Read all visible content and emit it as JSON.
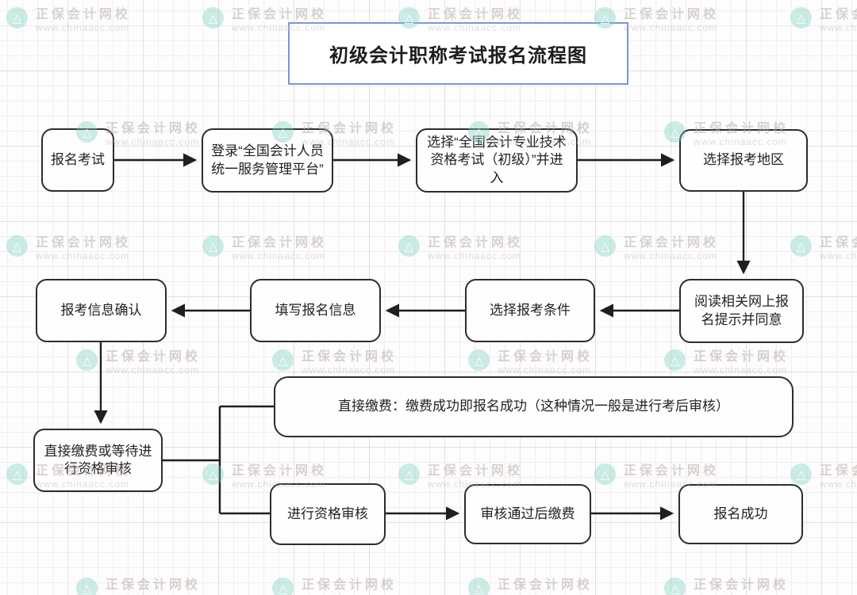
{
  "title": {
    "text": "初级会计职称考试报名流程图"
  },
  "watermark": {
    "brand": "正保会计网校",
    "site": "www.chinaacc.com",
    "logo": "triangle-brand-icon"
  },
  "colors": {
    "title_border": "#7b96d9",
    "node_border": "#2d2d2d",
    "connector": "#1f1f1f",
    "watermark_teal": "#79ccbd",
    "watermark_text": "#b6a5a0",
    "grid_minor": "#efefef",
    "grid_major": "#e0e0e0"
  },
  "flowchart": {
    "nodes": [
      {
        "id": "n1",
        "label": "报名考试"
      },
      {
        "id": "n2",
        "label": "登录“全国会计人员统一服务管理平台”"
      },
      {
        "id": "n3",
        "label": "选择“全国会计专业技术资格考试（初级）”并进入"
      },
      {
        "id": "n4",
        "label": "选择报考地区"
      },
      {
        "id": "n5",
        "label": "阅读相关网上报名提示并同意"
      },
      {
        "id": "n6",
        "label": "选择报考条件"
      },
      {
        "id": "n7",
        "label": "填写报名信息"
      },
      {
        "id": "n8",
        "label": "报考信息确认"
      },
      {
        "id": "n9",
        "label": "直接缴费或等待进行资格审核"
      },
      {
        "id": "n10",
        "label": "直接缴费：缴费成功即报名成功（这种情况一般是进行考后审核）"
      },
      {
        "id": "n11",
        "label": "进行资格审核"
      },
      {
        "id": "n12",
        "label": "审核通过后缴费"
      },
      {
        "id": "n13",
        "label": "报名成功"
      }
    ],
    "edges": [
      {
        "from": "n1",
        "to": "n2",
        "type": "arrow"
      },
      {
        "from": "n2",
        "to": "n3",
        "type": "arrow"
      },
      {
        "from": "n3",
        "to": "n4",
        "type": "arrow"
      },
      {
        "from": "n4",
        "to": "n5",
        "type": "arrow"
      },
      {
        "from": "n5",
        "to": "n6",
        "type": "arrow"
      },
      {
        "from": "n6",
        "to": "n7",
        "type": "arrow"
      },
      {
        "from": "n7",
        "to": "n8",
        "type": "arrow"
      },
      {
        "from": "n8",
        "to": "n9",
        "type": "arrow"
      },
      {
        "from": "n9",
        "to": "n10",
        "type": "line"
      },
      {
        "from": "n9",
        "to": "n11",
        "type": "line"
      },
      {
        "from": "n11",
        "to": "n12",
        "type": "arrow"
      },
      {
        "from": "n12",
        "to": "n13",
        "type": "arrow"
      }
    ]
  }
}
